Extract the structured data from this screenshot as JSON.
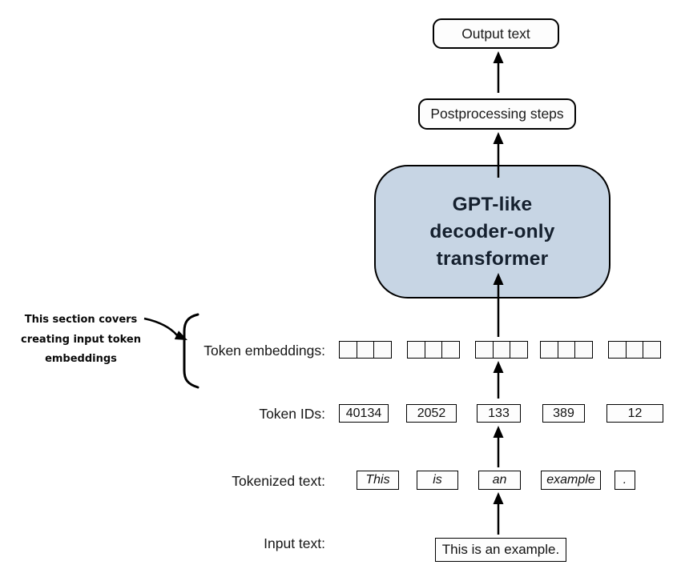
{
  "annotation": {
    "line1": "This section covers",
    "line2": "creating input token",
    "line3": "embeddings"
  },
  "pipeline": {
    "output_label": "Output text",
    "postprocessing_label": "Postprocessing steps",
    "transformer": {
      "line1": "GPT-like",
      "line2": "decoder-only",
      "line3": "transformer"
    },
    "input_value": "This is an example."
  },
  "row_labels": {
    "embeddings": "Token embeddings:",
    "ids": "Token IDs:",
    "tokenized": "Tokenized text:",
    "input": "Input text:"
  },
  "token_ids": [
    "40134",
    "2052",
    "133",
    "389",
    "12"
  ],
  "tokens": [
    "This",
    "is",
    "an",
    "example",
    "."
  ],
  "embedding_groups": {
    "count": 5,
    "cells_per_group": 3
  },
  "colors": {
    "transformer_fill": "#c7d5e4",
    "transformer_text": "#15202e",
    "line": "#000000"
  }
}
